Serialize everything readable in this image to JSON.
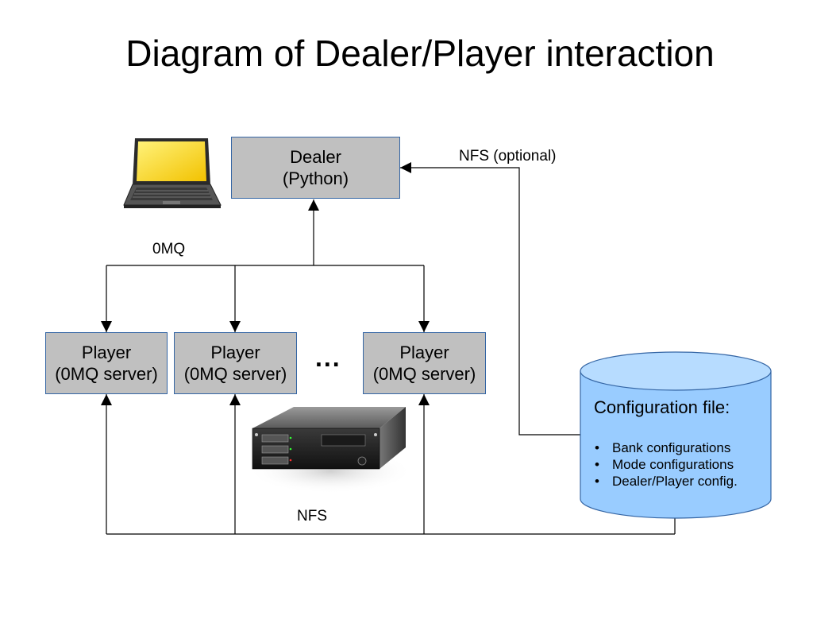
{
  "title": "Diagram of Dealer/Player interaction",
  "dealer": {
    "line1": "Dealer",
    "line2": "(Python)"
  },
  "players": [
    {
      "line1": "Player",
      "line2": "(0MQ server)"
    },
    {
      "line1": "Player",
      "line2": "(0MQ server)"
    },
    {
      "line1": "Player",
      "line2": "(0MQ server)"
    }
  ],
  "ellipsis": "...",
  "labels": {
    "zmq": "0MQ",
    "nfs_optional": "NFS (optional)",
    "nfs": "NFS"
  },
  "config": {
    "title": "Configuration file:",
    "items": [
      "Bank configurations",
      "Mode configurations",
      "Dealer/Player config."
    ]
  },
  "icons": {
    "laptop": "laptop-icon",
    "server": "server-rack-icon",
    "database": "database-cylinder-icon"
  },
  "colors": {
    "box_fill": "#c0c0c0",
    "box_border": "#3465a4",
    "cylinder_fill": "#99ccff",
    "cylinder_top": "#b7dcff",
    "cylinder_stroke": "#3465a4"
  }
}
